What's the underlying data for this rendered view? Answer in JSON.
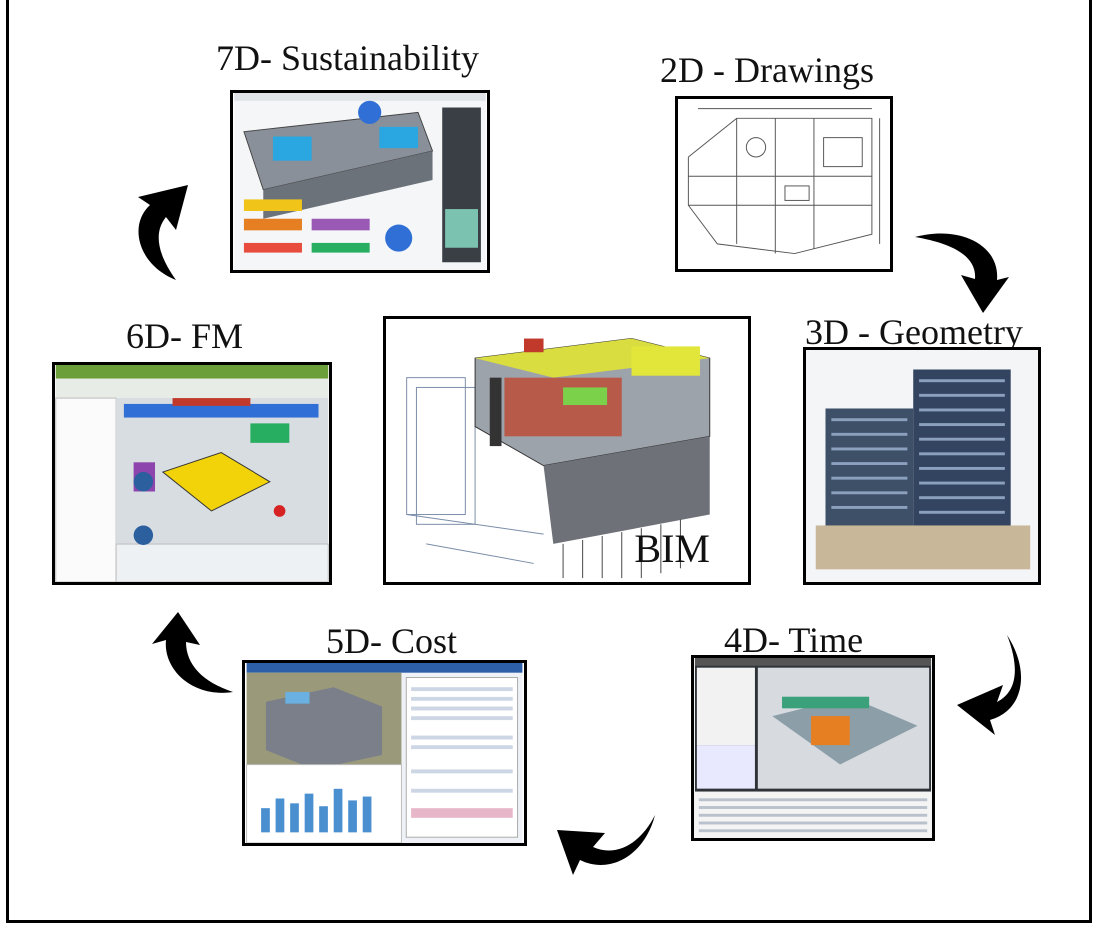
{
  "center": {
    "label": "BIM"
  },
  "stages": {
    "d2": {
      "label": "2D - Drawings"
    },
    "d3": {
      "label": "3D - Geometry"
    },
    "d4": {
      "label": "4D- Time"
    },
    "d5": {
      "label": "5D- Cost"
    },
    "d6": {
      "label": "6D- FM"
    },
    "d7": {
      "label": "7D- Sustainability"
    }
  }
}
